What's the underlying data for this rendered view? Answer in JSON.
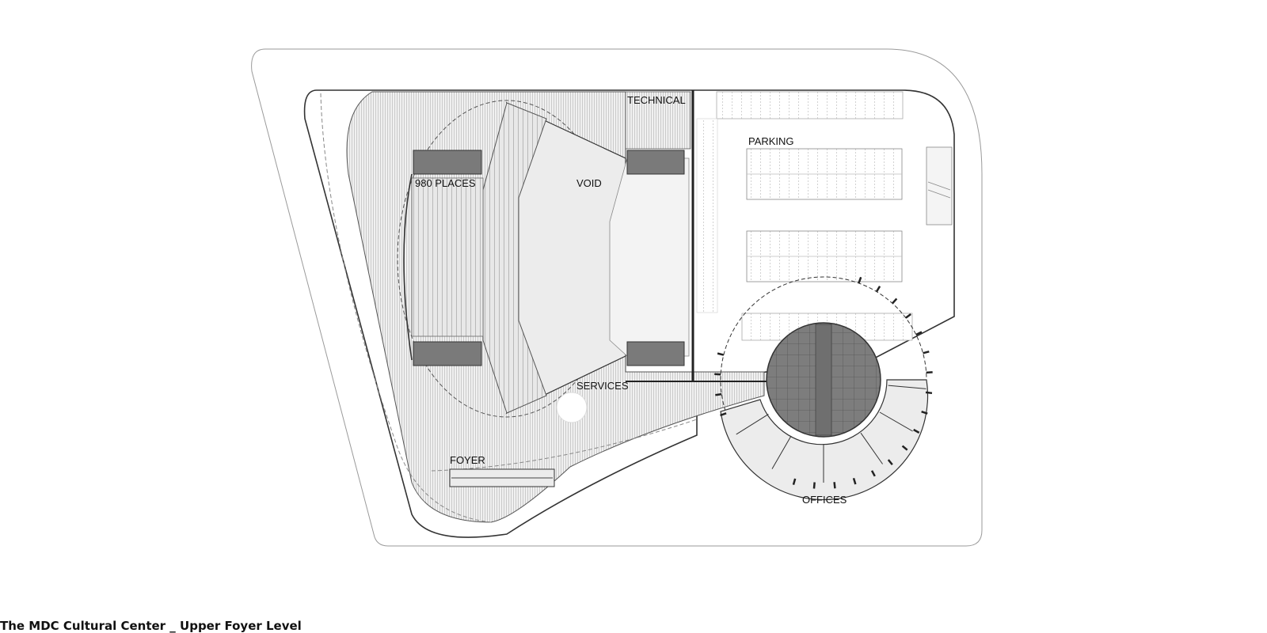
{
  "caption": "The MDC Cultural Center _ Upper Foyer Level",
  "labels": {
    "technical": "TECHNICAL",
    "parking": "PARKING",
    "places": "980 PLACES",
    "void": "VOID",
    "services": "SERVICES",
    "foyer": "FOYER",
    "offices": "OFFICES"
  },
  "colors": {
    "line": "#333333",
    "light_fill": "#ececec",
    "hatch": "#b5b5b5",
    "dark_core": "#7a7a7a"
  }
}
